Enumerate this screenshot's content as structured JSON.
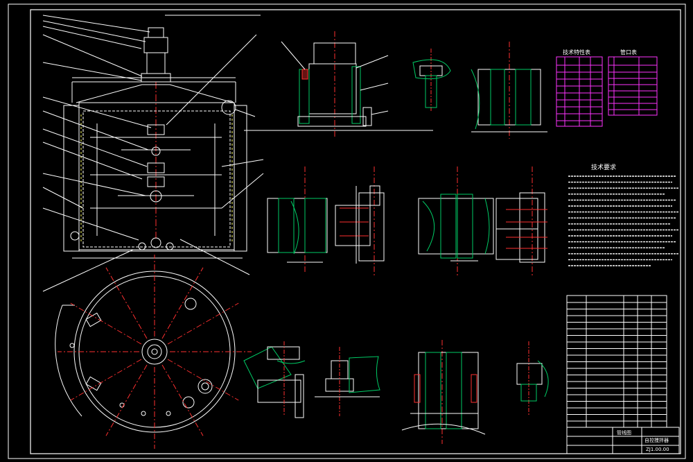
{
  "drawing": {
    "title_tech_char": "技术特性表",
    "title_nozzle": "管口表",
    "title_requirements": "技术要求",
    "block_company": "管线图",
    "block_name": "自控搅拌器",
    "block_number": "ZJ1.00.00"
  },
  "colors": {
    "background": "#000000",
    "frame": "#ffffff",
    "centerline": "#ff3030",
    "section": "#00cc66",
    "outline": "#ffffff",
    "table_magenta": "#ff33ff",
    "hatch": "#00ff88",
    "dim": "#ffff66"
  },
  "views": [
    {
      "name": "main-elevation"
    },
    {
      "name": "plan-view"
    },
    {
      "name": "detail-I"
    },
    {
      "name": "detail-II"
    },
    {
      "name": "detail-III"
    },
    {
      "name": "detail-IV"
    },
    {
      "name": "detail-V"
    },
    {
      "name": "detail-VI"
    },
    {
      "name": "detail-VII"
    },
    {
      "name": "detail-VIII"
    },
    {
      "name": "detail-IX"
    },
    {
      "name": "detail-X"
    }
  ]
}
